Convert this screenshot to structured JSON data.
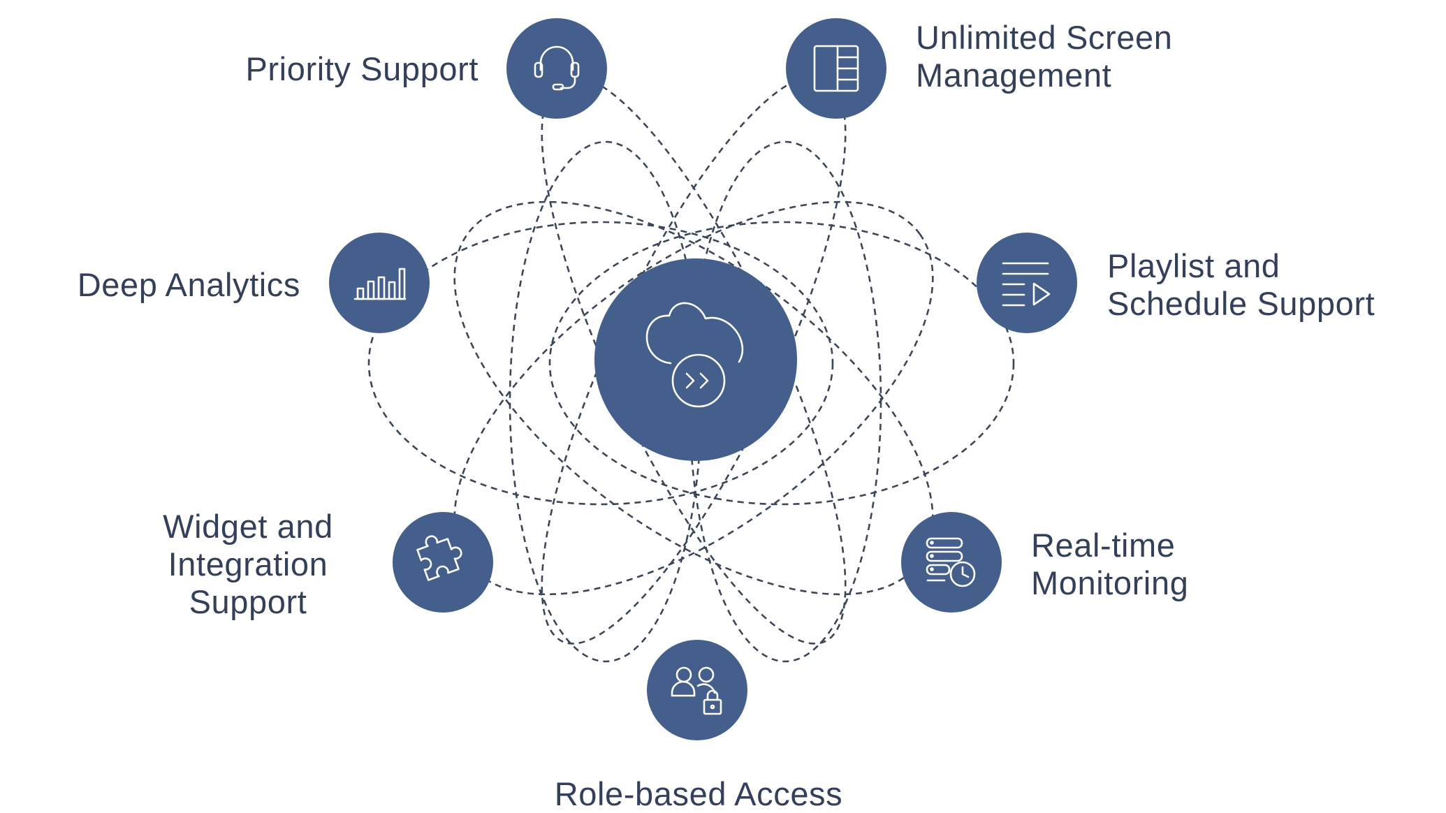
{
  "colors": {
    "node_fill": "#455f8d",
    "orbit_stroke": "#3b4658",
    "icon_stroke": "#ffffff",
    "text": "#34405a",
    "background": "#ffffff"
  },
  "center": {
    "icon": "cloud-fast-forward-icon"
  },
  "features": {
    "priority_support": {
      "lines": [
        "Priority Support"
      ],
      "icon": "headset-icon"
    },
    "unlimited_screen": {
      "lines": [
        "Unlimited Screen",
        "Management"
      ],
      "icon": "screen-layout-icon"
    },
    "playlist_schedule": {
      "lines": [
        "Playlist and",
        "Schedule Support"
      ],
      "icon": "playlist-icon"
    },
    "realtime_monitoring": {
      "lines": [
        "Real-time",
        "Monitoring"
      ],
      "icon": "server-clock-icon"
    },
    "role_based_access": {
      "lines": [
        "Role-based Access"
      ],
      "icon": "users-lock-icon"
    },
    "widget_integration": {
      "lines": [
        "Widget and",
        "Integration",
        "Support"
      ],
      "icon": "puzzle-icon"
    },
    "deep_analytics": {
      "lines": [
        "Deep Analytics"
      ],
      "icon": "bar-chart-icon"
    }
  }
}
